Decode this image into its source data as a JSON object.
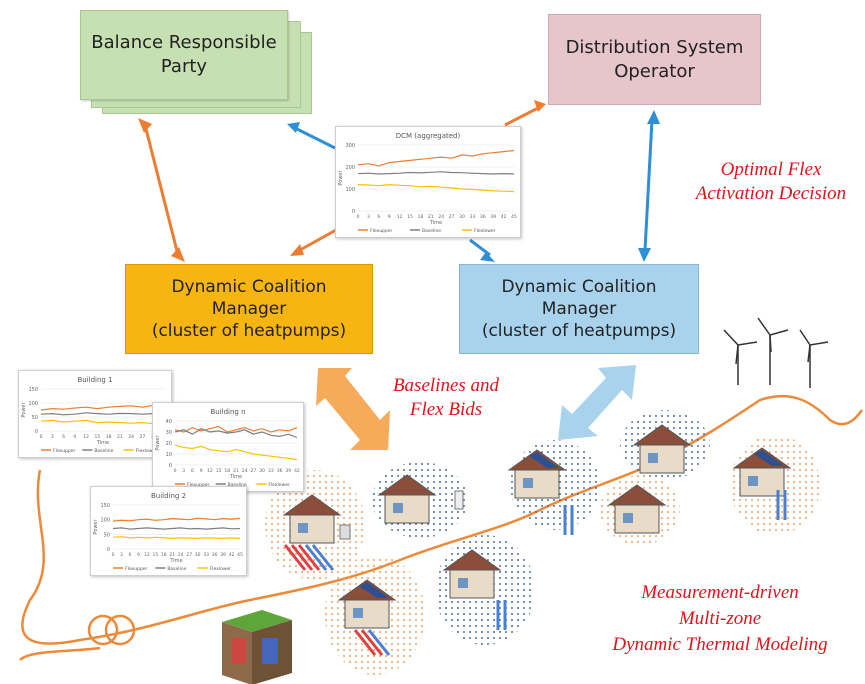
{
  "nodes": {
    "brp": {
      "lines": [
        "Balance Responsible",
        "Party"
      ]
    },
    "dso": {
      "lines": [
        "Distribution System",
        "Operator"
      ]
    },
    "dcm_left": {
      "lines": [
        "Dynamic Coalition",
        "Manager",
        "(cluster of heatpumps)"
      ]
    },
    "dcm_right": {
      "lines": [
        "Dynamic Coalition",
        "Manager",
        "(cluster of heatpumps)"
      ]
    }
  },
  "annotations": {
    "optimal": [
      "Optimal Flex",
      "Activation Decision"
    ],
    "baselines": [
      "Baselines and",
      "Flex Bids"
    ],
    "modeling": [
      "Measurement-driven",
      "Multi-zone",
      "Dynamic Thermal Modeling"
    ]
  },
  "colors": {
    "orange": "#ed7d31",
    "blue": "#2e8fd6",
    "gray": "#7f7f7f",
    "yellow": "#ffc000",
    "red": "#e0141b"
  },
  "chart_data": [
    {
      "type": "line",
      "title": "DCM (aggregated)",
      "ylabel": "Power",
      "xlabel": "Time",
      "x": [
        0,
        3,
        6,
        9,
        12,
        15,
        18,
        21,
        24,
        27,
        30,
        33,
        36,
        39,
        42,
        45
      ],
      "ylim": [
        0,
        300
      ],
      "yticks": [
        "0",
        "100",
        "200",
        "300"
      ],
      "series": [
        {
          "name": "Flexupper",
          "values": [
            210,
            215,
            205,
            220,
            225,
            230,
            235,
            240,
            245,
            240,
            255,
            250,
            260,
            265,
            270,
            275
          ]
        },
        {
          "name": "Baseline",
          "values": [
            170,
            172,
            168,
            170,
            172,
            175,
            173,
            176,
            178,
            175,
            174,
            172,
            170,
            168,
            170,
            168
          ]
        },
        {
          "name": "Flexlower",
          "values": [
            120,
            118,
            115,
            120,
            117,
            115,
            110,
            112,
            108,
            105,
            100,
            98,
            95,
            92,
            90,
            88
          ]
        }
      ]
    },
    {
      "type": "line",
      "title": "Building 1",
      "ylabel": "Power",
      "xlabel": "Time",
      "x": [
        0,
        3,
        6,
        9,
        12,
        15,
        18,
        21,
        24,
        27,
        30,
        33
      ],
      "ylim": [
        0,
        150
      ],
      "yticks": [
        "0",
        "50",
        "100",
        "150"
      ],
      "series": [
        {
          "name": "Flexupper",
          "values": [
            75,
            80,
            78,
            82,
            85,
            80,
            85,
            88,
            90,
            85,
            92,
            95
          ]
        },
        {
          "name": "Baseline",
          "values": [
            60,
            62,
            58,
            60,
            65,
            62,
            60,
            63,
            62,
            60,
            62,
            60
          ]
        },
        {
          "name": "Flexlower",
          "values": [
            35,
            38,
            32,
            35,
            38,
            30,
            32,
            30,
            28,
            30,
            26,
            25
          ]
        }
      ]
    },
    {
      "type": "line",
      "title": "Building n",
      "ylabel": "Power",
      "xlabel": "Time",
      "x": [
        0,
        3,
        6,
        9,
        12,
        15,
        18,
        21,
        24,
        27,
        30,
        33,
        36,
        39,
        42
      ],
      "ylim": [
        0,
        40
      ],
      "yticks": [
        "0",
        "10",
        "20",
        "30",
        "40"
      ],
      "series": [
        {
          "name": "Flexupper",
          "values": [
            32,
            30,
            34,
            31,
            33,
            35,
            30,
            32,
            34,
            31,
            33,
            30,
            32,
            31,
            34
          ]
        },
        {
          "name": "Baseline",
          "values": [
            30,
            32,
            28,
            33,
            30,
            31,
            29,
            30,
            32,
            28,
            30,
            27,
            26,
            28,
            25
          ]
        },
        {
          "name": "Flexlower",
          "values": [
            18,
            16,
            15,
            17,
            14,
            13,
            12,
            14,
            12,
            10,
            9,
            8,
            7,
            6,
            5
          ]
        }
      ]
    },
    {
      "type": "line",
      "title": "Building 2",
      "ylabel": "Power",
      "xlabel": "Time",
      "x": [
        0,
        3,
        6,
        9,
        12,
        15,
        18,
        21,
        24,
        27,
        30,
        33,
        36,
        39,
        42,
        45
      ],
      "ylim": [
        0,
        150
      ],
      "yticks": [
        "0",
        "50",
        "100",
        "150"
      ],
      "series": [
        {
          "name": "Flexupper",
          "values": [
            95,
            98,
            96,
            100,
            102,
            98,
            100,
            104,
            102,
            100,
            105,
            103,
            100,
            104,
            102,
            105
          ]
        },
        {
          "name": "Baseline",
          "values": [
            70,
            72,
            68,
            70,
            72,
            70,
            68,
            70,
            72,
            69,
            70,
            68,
            70,
            72,
            69,
            70
          ]
        },
        {
          "name": "Flexlower",
          "values": [
            40,
            42,
            38,
            40,
            38,
            40,
            38,
            36,
            38,
            37,
            36,
            38,
            37,
            36,
            38,
            36
          ]
        }
      ]
    }
  ]
}
